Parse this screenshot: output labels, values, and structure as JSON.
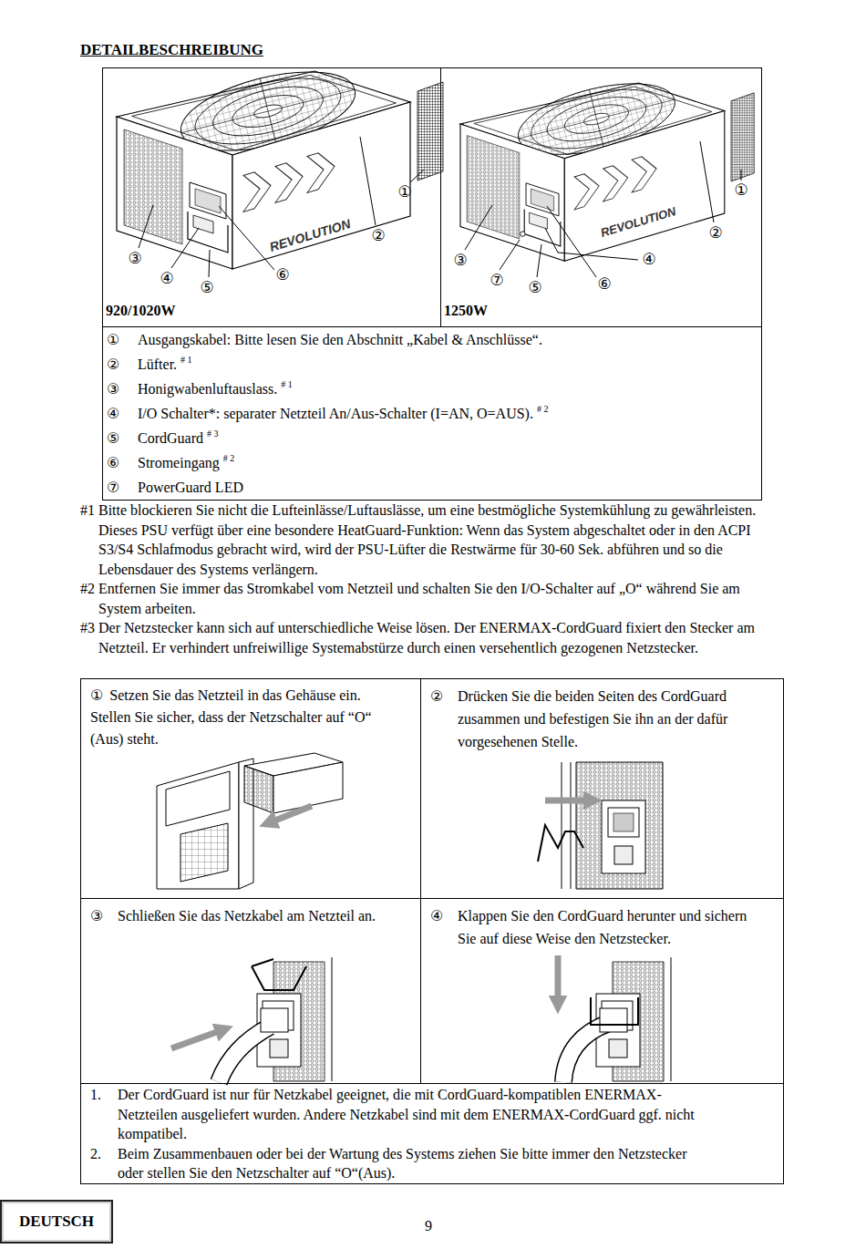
{
  "diagram": {
    "title": "DETAILBESCHREIBUNG",
    "nodes": [
      {
        "text": [
          "920/1020W"
        ]
      },
      {
        "text": [
          "1250W"
        ]
      },
      {
        "text": [
          "①",
          "Ausgangskabel: Bitte lesen Sie den Abschnitt „Kabel & Anschlüsse“.",
          "②",
          "Lüfter.",
          "# 1",
          "③",
          "Honigwabenluftauslass.",
          "# 1",
          "④",
          "I/O Schalter*: separater Netzteil An/Aus-Schalter (I=AN, O=AUS).",
          "# 2",
          "⑤",
          "CordGuard",
          "# 3",
          "⑥",
          "Stromeingang",
          "# 2",
          "⑦",
          "PowerGuard LED"
        ]
      },
      {
        "text": [
          "①",
          "Setzen Sie das Netzteil in das Gehäuse ein. Stellen Sie sicher, dass der Netzschalter auf “O“ (Aus) steht."
        ]
      },
      {
        "text": [
          "②",
          "Drücken Sie die beiden Seiten des CordGuard zusammen und befestigen Sie ihn an der dafür vorgesehenen Stelle."
        ]
      },
      {
        "text": [
          "③",
          "Schließen Sie das Netzkabel am Netzteil an."
        ]
      },
      {
        "text": [
          "④",
          "Klappen Sie den CordGuard herunter und sichern Sie auf diese Weise den Netzstecker."
        ]
      },
      {
        "text": [
          "1.",
          "Der CordGuard ist nur für Netzkabel geeignet, die mit CordGuard-kompatiblen ENERMAX-Netzteilen ausgeliefert wurden. Andere Netzkabel sind mit dem ENERMAX-CordGuard ggf. nicht kompatibel.",
          "2.",
          "Beim Zusammenbauen oder bei der Wartung des Systems ziehen Sie bitte immer den Netzstecker oder stellen Sie den Netzschalter auf “O“(Aus)."
        ]
      },
      {
        "text": [
          "DEUTSCH"
        ]
      }
    ],
    "labels": [
      "①",
      "②",
      "③",
      "④",
      "⑤",
      "⑥",
      "①",
      "②",
      "③",
      "④",
      "⑤",
      "⑥",
      "⑦",
      "REVOLUTION",
      "REVOLUTION",
      "#1",
      "Bitte blockieren Sie nicht die Lufteinlässe/Luftauslässe, um eine bestmögliche Systemkühlung zu gewährleisten. Dieses PSU verfügt über eine besondere HeatGuard-Funktion: Wenn das System abgeschaltet oder in den ACPI S3/S4 Schlafmodus gebracht wird, wird der PSU-Lüfter die Restwärme für 30-60 Sek. abführen und so die Lebensdauer des Systems verlängern.",
      "#2",
      "Entfernen Sie immer das Stromkabel vom Netzteil und schalten Sie den I/O-Schalter auf „O“ während Sie am System arbeiten.",
      "#3",
      "Der Netzstecker kann sich auf unterschiedliche Weise lösen. Der ENERMAX-CordGuard fixiert den Stecker am Netzteil. Er verhindert unfreiwillige Systemabstürze durch einen versehentlich gezogenen Netzstecker.",
      "9"
    ]
  }
}
